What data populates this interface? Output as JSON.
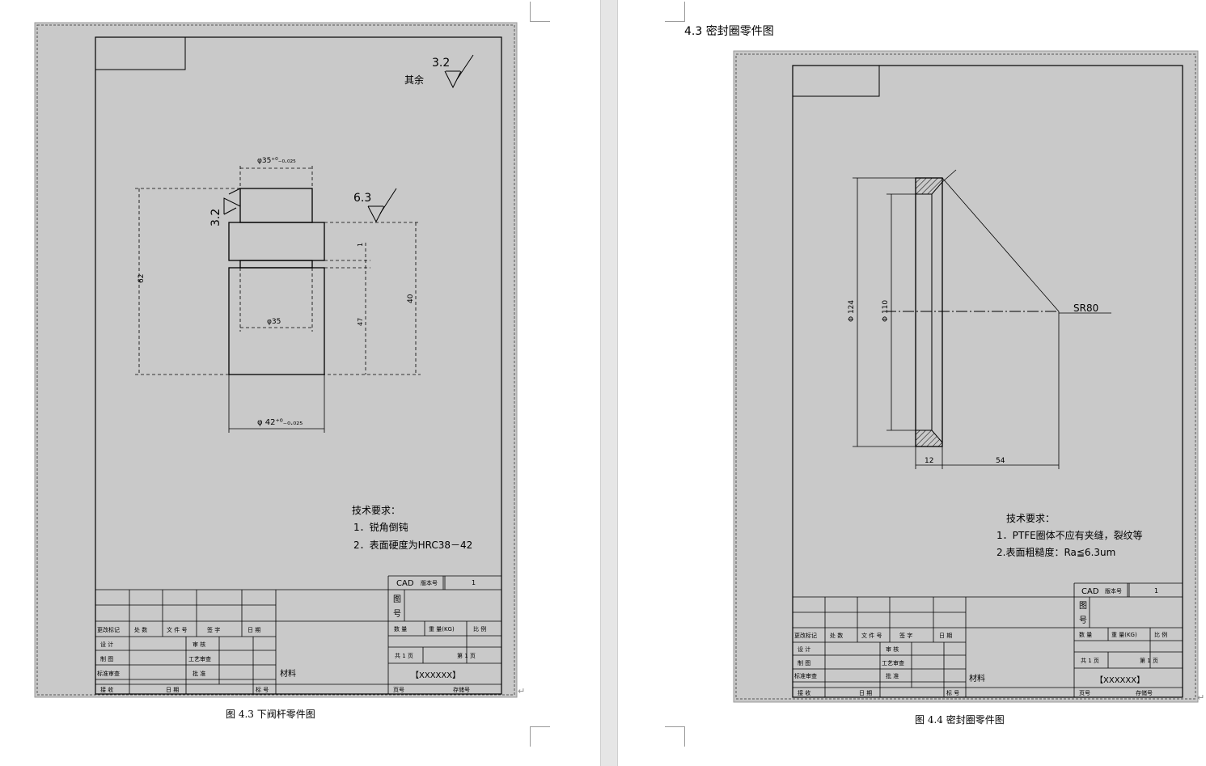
{
  "left_page": {
    "caption": "图 4.3  下阀杆零件图",
    "drawing": {
      "roughness_other_label": "其余",
      "roughness_other_value": "3.2",
      "roughness_left_value": "3.2",
      "roughness_mid_value": "6.3",
      "dim_top_diameter": "φ35⁺⁰₋₀.₀₂₅",
      "dim_inner_diameter": "φ35",
      "dim_bottom_diameter": "φ 42⁺⁰₋₀.₀₂₅",
      "dim_total_height": "62",
      "dim_right_height": "40",
      "dim_small_height": "1",
      "dim_lower_height": "47",
      "tech_title": "技术要求：",
      "tech_item_1": "1．锐角倒钝",
      "tech_item_2": "2．表面硬度为HRC38－42",
      "title_block": {
        "cad": "CAD",
        "version_label": "版本号",
        "version_value": "1",
        "drawing_no_1": "图",
        "drawing_no_2": "号",
        "qty_label": "数  量",
        "weight_label": "重  量(KG)",
        "scale_label": "比  例",
        "total_pages": "共  1  页",
        "page_no": "第  1  页",
        "material": "材料",
        "company": "【XXXXXX】",
        "rev_mark": "更改标记",
        "count": "处  数",
        "doc_no": "文 件 号",
        "sign": "签  字",
        "date_col": "日  期",
        "design": "设  计",
        "check": "审  核",
        "draw": "制  图",
        "process": "工艺审查",
        "std": "标准审查",
        "approve": "批  准",
        "receive": "接  收",
        "date": "日  期",
        "mark": "标  号",
        "page_label": "页号",
        "archive": "存储号"
      }
    }
  },
  "right_page": {
    "heading": "4.3 密封圈零件图",
    "caption": "图 4.4  密封圈零件图",
    "drawing": {
      "dim_outer": "Φ 124",
      "dim_inner": "Φ 110",
      "dim_radius": "SR80",
      "dim_width": "12",
      "dim_length": "54",
      "tech_title": "技术要求：",
      "tech_item_1": "1．PTFE圈体不应有夹缝，裂纹等",
      "tech_item_2": "2.表面粗糙度：Ra≦6.3um",
      "title_block": {
        "cad": "CAD",
        "version_label": "版本号",
        "version_value": "1",
        "drawing_no_1": "图",
        "drawing_no_2": "号",
        "qty_label": "数  量",
        "weight_label": "重  量(KG)",
        "scale_label": "比  例",
        "total_pages": "共  1  页",
        "page_no": "第  1  页",
        "material": "材料",
        "company": "【XXXXXX】",
        "rev_mark": "更改标记",
        "count": "处  数",
        "doc_no": "文 件 号",
        "sign": "签  字",
        "date_col": "日  期",
        "design": "设  计",
        "check": "审  核",
        "draw": "制  图",
        "process": "工艺审查",
        "std": "标准审查",
        "approve": "批  准",
        "receive": "接  收",
        "date": "日  期",
        "mark": "标  号",
        "page_label": "页号",
        "archive": "存储号"
      }
    }
  }
}
